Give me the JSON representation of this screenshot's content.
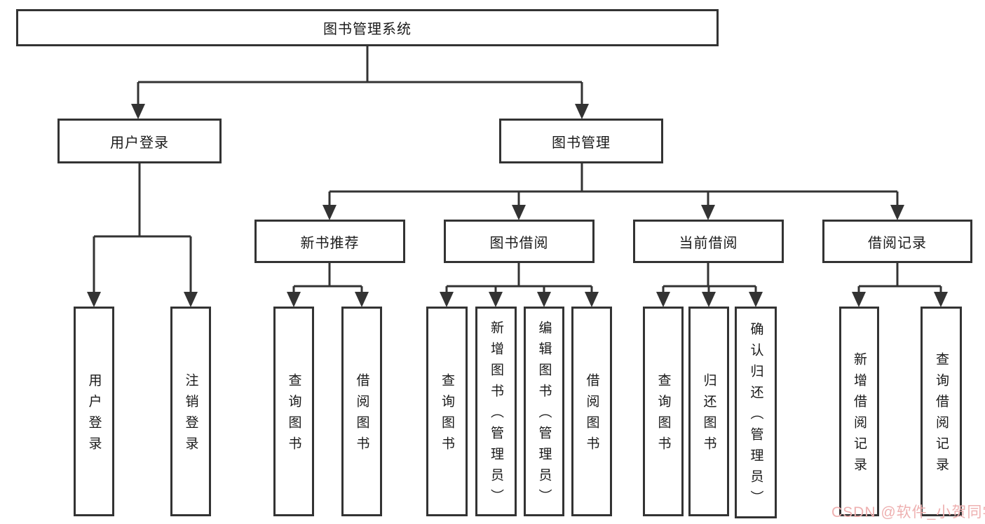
{
  "diagram": {
    "root": {
      "label": "图书管理系统"
    },
    "branches": [
      {
        "label": "用户登录",
        "children": [
          {
            "label": "用户登录"
          },
          {
            "label": "注销登录"
          }
        ]
      },
      {
        "label": "图书管理",
        "children": [
          {
            "label": "新书推荐",
            "children": [
              {
                "label": "查询图书"
              },
              {
                "label": "借阅图书"
              }
            ]
          },
          {
            "label": "图书借阅",
            "children": [
              {
                "label": "查询图书"
              },
              {
                "label": "新增图书（管理员）"
              },
              {
                "label": "编辑图书（管理员）"
              },
              {
                "label": "借阅图书"
              }
            ]
          },
          {
            "label": "当前借阅",
            "children": [
              {
                "label": "查询图书"
              },
              {
                "label": "归还图书"
              },
              {
                "label": "确认归还（管理员）"
              }
            ]
          },
          {
            "label": "借阅记录",
            "children": [
              {
                "label": "新增借阅记录"
              },
              {
                "label": "查询借阅记录"
              }
            ]
          }
        ]
      }
    ]
  },
  "watermark": {
    "text": "CSDN @软件_小贺同学"
  },
  "colors": {
    "line": "#333333",
    "text": "#1a1a1a",
    "background": "#ffffff",
    "watermark": "#eeb0b0"
  }
}
